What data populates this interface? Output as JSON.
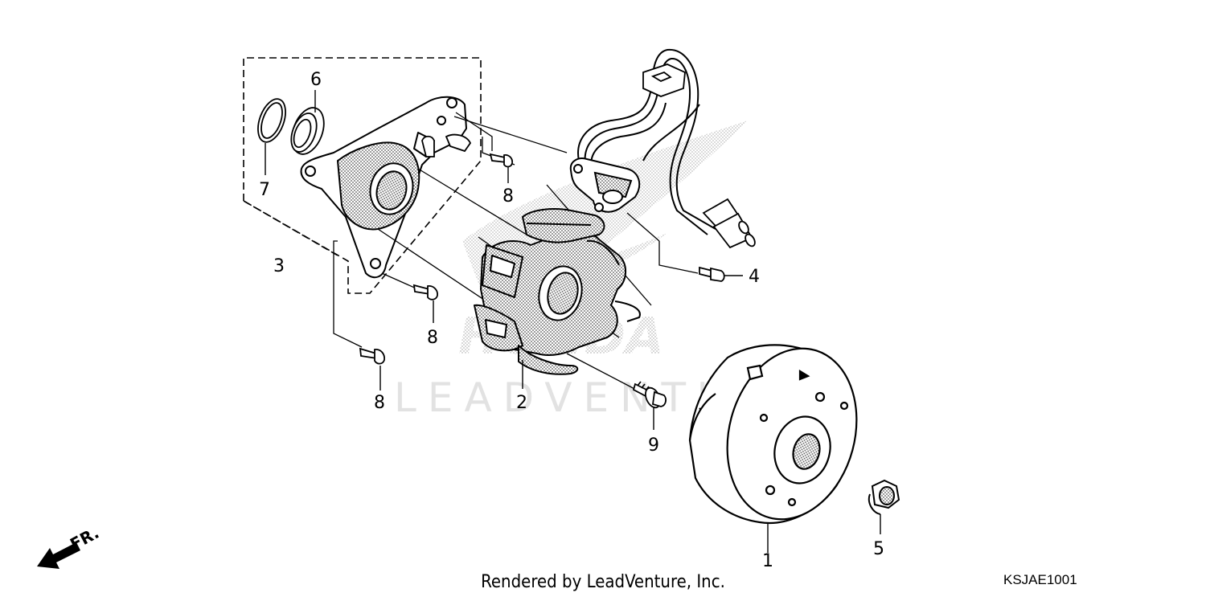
{
  "diagram": {
    "callouts": [
      {
        "id": "1",
        "label": "1"
      },
      {
        "id": "2",
        "label": "2"
      },
      {
        "id": "3",
        "label": "3"
      },
      {
        "id": "4",
        "label": "4"
      },
      {
        "id": "5",
        "label": "5"
      },
      {
        "id": "6",
        "label": "6"
      },
      {
        "id": "7",
        "label": "7"
      },
      {
        "id": "8a",
        "label": "8"
      },
      {
        "id": "8b",
        "label": "8"
      },
      {
        "id": "8c",
        "label": "8"
      },
      {
        "id": "9",
        "label": "9"
      }
    ],
    "direction_label": "FR.",
    "watermark_brand": "HONDA",
    "watermark_text": "LEADVENTURE",
    "footer_credit": "Rendered by LeadVenture, Inc.",
    "diagram_code": "KSJAE1001"
  },
  "colors": {
    "ink": "#000000",
    "watermark": "#cfcfcf",
    "background": "#ffffff"
  }
}
